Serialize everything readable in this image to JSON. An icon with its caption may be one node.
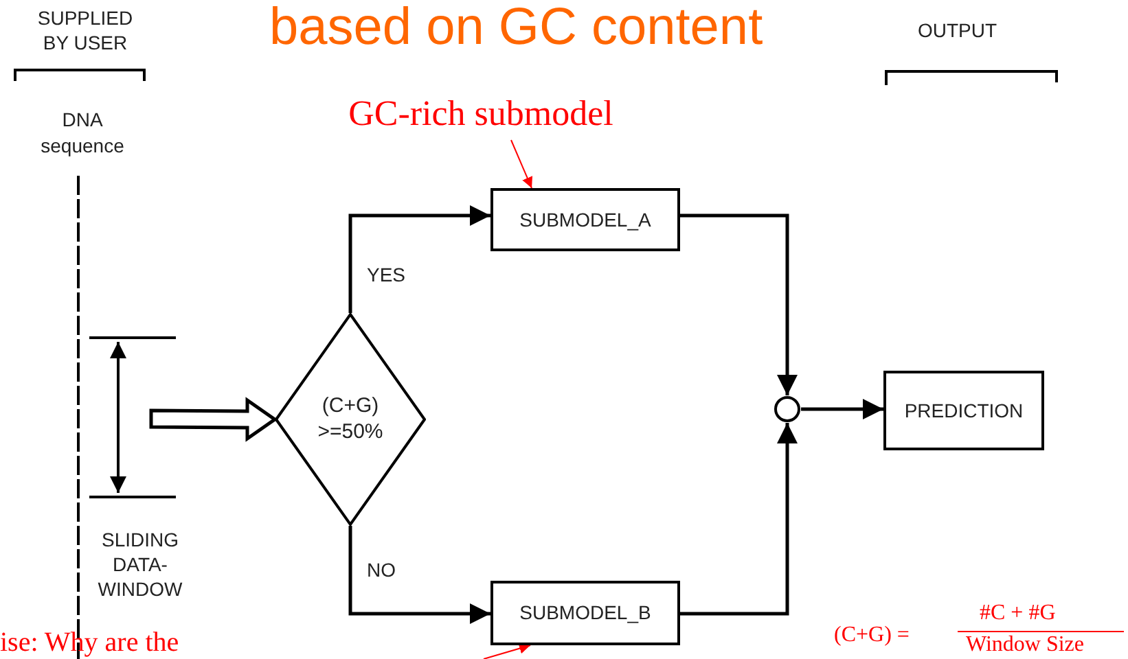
{
  "diagram": {
    "title": "based on GC content",
    "nodes": [
      {
        "text": [
          "GC-rich submodel"
        ]
      },
      {
        "text": [
          "SUBMODEL_A"
        ]
      },
      {
        "text": [
          "(C+G) >=50%"
        ]
      },
      {
        "text": [
          "SUBMODEL_B"
        ]
      },
      {
        "text": [],
        "shape": "circle"
      },
      {
        "text": [
          "PREDICTION"
        ]
      }
    ],
    "edges": [
      {
        "from": 0,
        "to": 1,
        "arrow": "to",
        "color": "#ff0000"
      },
      {
        "from": 2,
        "to": 1,
        "arrow": "to",
        "label": "YES"
      },
      {
        "from": 2,
        "to": 3,
        "arrow": "to",
        "label": "NO"
      },
      {
        "from": 1,
        "to": 4,
        "arrow": "to"
      },
      {
        "from": 3,
        "to": 4,
        "arrow": "to"
      },
      {
        "from": 4,
        "to": 5,
        "arrow": "to"
      },
      {
        "from": null,
        "to": 2,
        "arrow": "to",
        "style": "thick"
      },
      {
        "from": null,
        "to": 3,
        "arrow": "to",
        "color": "#ff0000"
      }
    ],
    "labels": [
      "SUPPLIED BY USER",
      "OUTPUT",
      "DNA sequence",
      "SLIDING DATA-WINDOW",
      "ise: Why are the",
      "(C+G) =",
      "#C + #G",
      "Window Size"
    ]
  }
}
